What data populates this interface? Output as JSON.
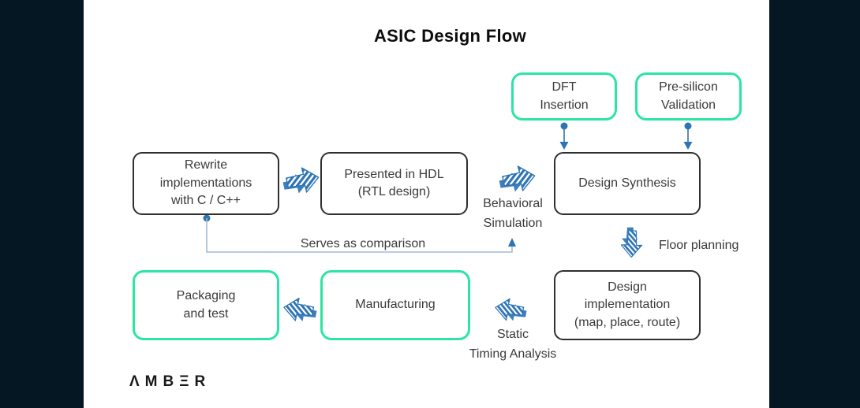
{
  "title": "ASIC Design Flow",
  "logo_text": "ΛMBΞR",
  "boxes": {
    "dft": {
      "label": "DFT\nInsertion"
    },
    "presilicon": {
      "label": "Pre-silicon\nValidation"
    },
    "rewrite": {
      "label": "Rewrite\nimplementations\nwith C / C++"
    },
    "hdl": {
      "label": "Presented in HDL\n(RTL design)"
    },
    "synthesis": {
      "label": "Design Synthesis"
    },
    "packaging": {
      "label": "Packaging\nand test"
    },
    "manufacturing": {
      "label": "Manufacturing"
    },
    "implementation": {
      "label": "Design\nimplementation\n(map, place, route)"
    }
  },
  "annotations": {
    "behavioral": "Behavioral\nSimulation",
    "serves": "Serves as comparison",
    "floor": "Floor planning",
    "static": "Static\nTiming Analysis"
  },
  "colors": {
    "canvas_bg": "#041723",
    "slide_bg": "#ffffff",
    "accent_green": "#2ae6a2",
    "box_border_black": "#2f2f2f",
    "arrow_blue": "#2e74b5",
    "connector_light_blue": "#a3bcd4",
    "text": "#3a3a3a"
  }
}
